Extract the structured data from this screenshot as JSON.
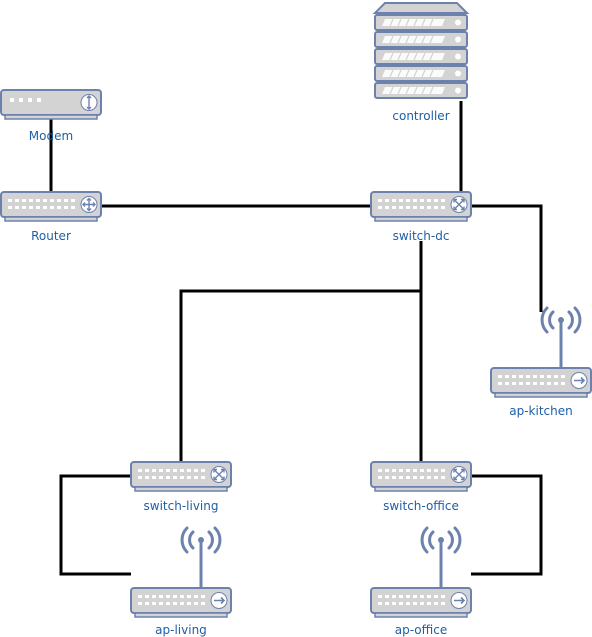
{
  "colors": {
    "device_fill": "#d3d3d3",
    "device_stroke": "#6c82ad",
    "port_fill": "#ffffff",
    "link": "#000000",
    "label": "#1f5fa6"
  },
  "nodes": {
    "modem": {
      "label": "Modem",
      "type": "modem",
      "icon": "modem-icon"
    },
    "router": {
      "label": "Router",
      "type": "router",
      "icon": "router-icon"
    },
    "controller": {
      "label": "controller",
      "type": "server",
      "icon": "server-rack-icon"
    },
    "switch_dc": {
      "label": "switch-dc",
      "type": "switch",
      "icon": "switch-icon"
    },
    "ap_kitchen": {
      "label": "ap-kitchen",
      "type": "access-point",
      "icon": "wifi-access-point-icon"
    },
    "switch_living": {
      "label": "switch-living",
      "type": "switch",
      "icon": "switch-icon"
    },
    "switch_office": {
      "label": "switch-office",
      "type": "switch",
      "icon": "switch-icon"
    },
    "ap_living": {
      "label": "ap-living",
      "type": "access-point",
      "icon": "wifi-access-point-icon"
    },
    "ap_office": {
      "label": "ap-office",
      "type": "access-point",
      "icon": "wifi-access-point-icon"
    }
  },
  "links": [
    {
      "from": "Modem",
      "to": "Router"
    },
    {
      "from": "Router",
      "to": "switch-dc"
    },
    {
      "from": "controller",
      "to": "switch-dc"
    },
    {
      "from": "switch-dc",
      "to": "ap-kitchen"
    },
    {
      "from": "switch-dc",
      "to": "switch-living"
    },
    {
      "from": "switch-dc",
      "to": "switch-office"
    },
    {
      "from": "switch-living",
      "to": "ap-living"
    },
    {
      "from": "switch-office",
      "to": "ap-office"
    }
  ]
}
